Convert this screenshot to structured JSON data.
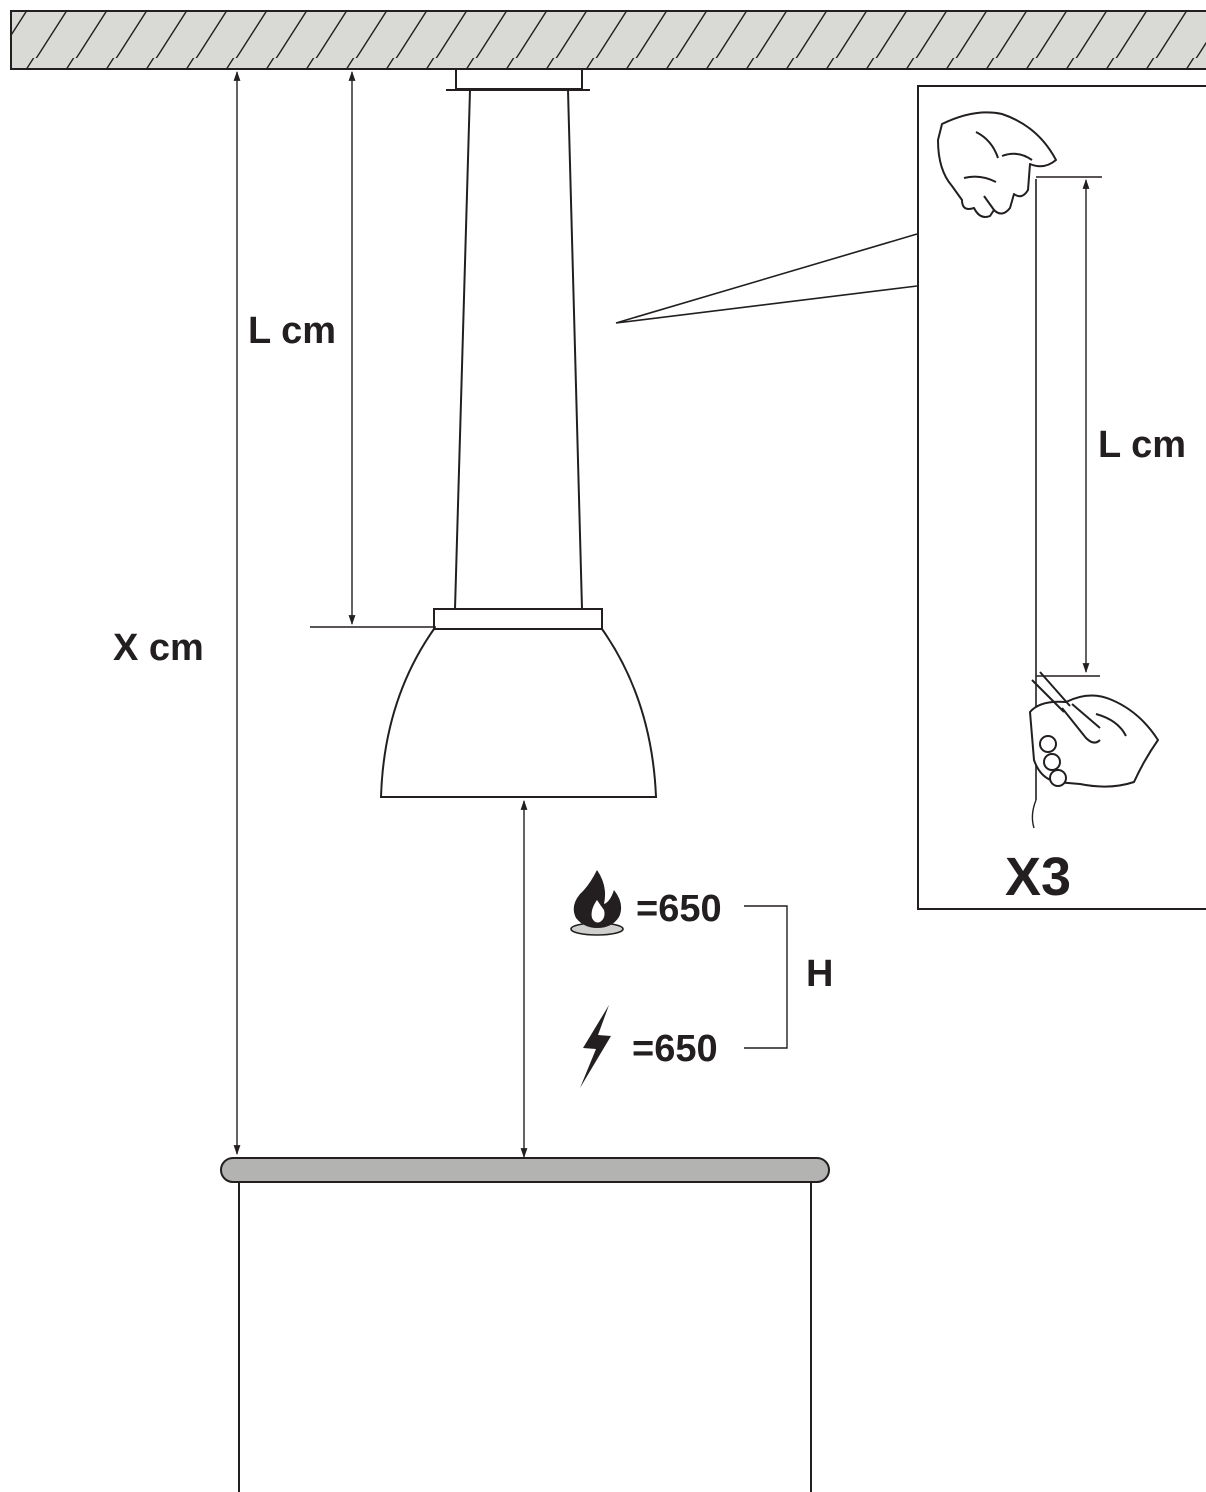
{
  "labels": {
    "chain_length_main": "L cm",
    "total_height": "X cm",
    "chain_length_detail": "L cm",
    "quantity": "X3",
    "distance_symbol": "H",
    "gas_value": "=650",
    "electric_value": "=650"
  },
  "icons": {
    "gas": "gas-flame-icon",
    "electric": "lightning-bolt-icon",
    "hand_top": "hand-holding-cable-icon",
    "hand_bottom": "hand-with-pliers-icon"
  },
  "colors": {
    "line": "#231f20",
    "ceiling_fill": "#d9d9d6",
    "worktop_fill": "#b3b3b1"
  }
}
